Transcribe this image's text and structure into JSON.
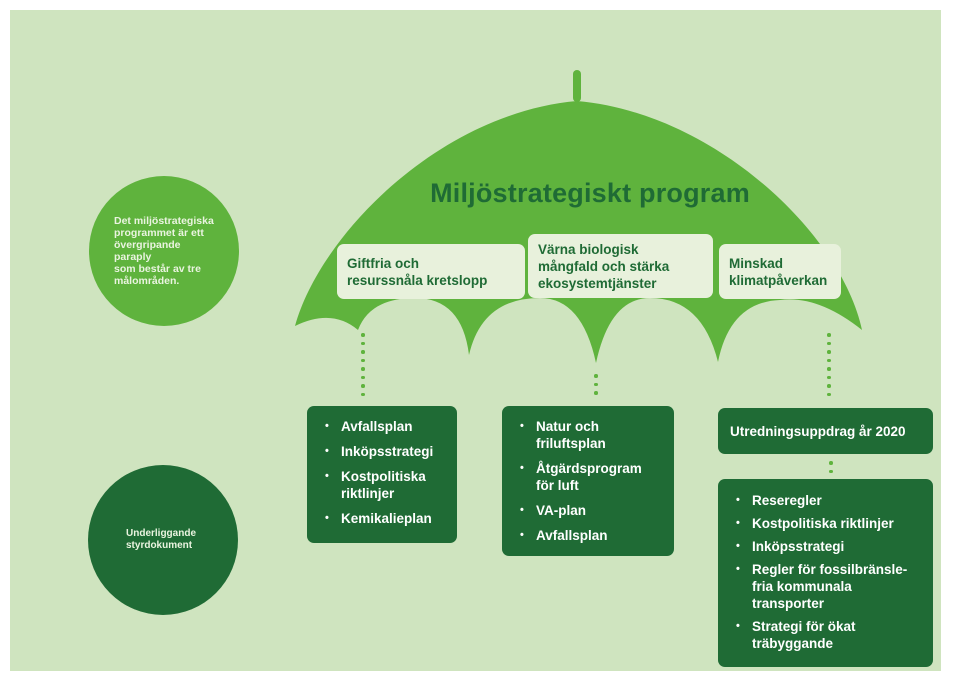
{
  "title": "Miljöstrategiskt program",
  "areas": [
    {
      "label": "Giftfria och\nresurssnåla kretslopp"
    },
    {
      "label": "Värna biologisk\nmångfald och stärka\nekosystemtjänster"
    },
    {
      "label": "Minskad\nklimatpåverkan"
    }
  ],
  "circles": {
    "umbrella_note": "Det miljöstrategiska\nprogrammet är ett\növergripande paraply\nsom består av tre\nmålområden.",
    "underlying": "Underliggande\nstyrdokument"
  },
  "documents": {
    "box1": [
      "Avfallsplan",
      "Inköpsstrategi",
      "Kostpolitiska\nriktlinjer",
      "Kemikalieplan"
    ],
    "box2": [
      "Natur och\nfriluftsplan",
      "Åtgärdsprogram\nför luft",
      "VA-plan",
      "Avfallsplan"
    ],
    "box3_title": "Utredningsuppdrag år 2020",
    "box3": [
      "Reseregler",
      "Kostpolitiska riktlinjer",
      "Inköpsstrategi",
      "Regler för fossilbränsle-\nfria kommunala\ntransporter",
      "Strategi för ökat\nträbyggande"
    ]
  },
  "colors": {
    "background": "#cfe4bf",
    "umbrella": "#5fb33d",
    "dark_green": "#1f6b35",
    "area_box": "#e8f1dc"
  }
}
